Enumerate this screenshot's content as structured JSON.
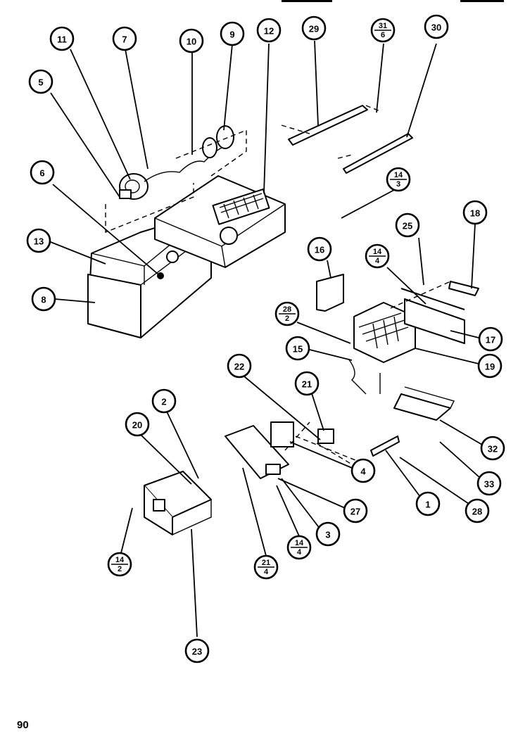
{
  "page_number": "90",
  "callouts": [
    {
      "id": "c11",
      "label": "11"
    },
    {
      "id": "c7",
      "label": "7"
    },
    {
      "id": "c10",
      "label": "10"
    },
    {
      "id": "c9",
      "label": "9"
    },
    {
      "id": "c12",
      "label": "12"
    },
    {
      "id": "c29",
      "label": "29"
    },
    {
      "id": "c31_6",
      "num": "31",
      "den": "6"
    },
    {
      "id": "c30",
      "label": "30"
    },
    {
      "id": "c5",
      "label": "5"
    },
    {
      "id": "c6",
      "label": "6"
    },
    {
      "id": "c14_3",
      "num": "14",
      "den": "3"
    },
    {
      "id": "c13",
      "label": "13"
    },
    {
      "id": "c8",
      "label": "8"
    },
    {
      "id": "c16",
      "label": "16"
    },
    {
      "id": "c25",
      "label": "25"
    },
    {
      "id": "c18",
      "label": "18"
    },
    {
      "id": "c14_4a",
      "num": "14",
      "den": "4"
    },
    {
      "id": "c28_2",
      "num": "28",
      "den": "2"
    },
    {
      "id": "c17",
      "label": "17"
    },
    {
      "id": "c15",
      "label": "15"
    },
    {
      "id": "c19",
      "label": "19"
    },
    {
      "id": "c22",
      "label": "22"
    },
    {
      "id": "c21",
      "label": "21"
    },
    {
      "id": "c2",
      "label": "2"
    },
    {
      "id": "c20",
      "label": "20"
    },
    {
      "id": "c4",
      "label": "4"
    },
    {
      "id": "c32",
      "label": "32"
    },
    {
      "id": "c33",
      "label": "33"
    },
    {
      "id": "c27",
      "label": "27"
    },
    {
      "id": "c1",
      "label": "1"
    },
    {
      "id": "c28",
      "label": "28"
    },
    {
      "id": "c3",
      "label": "3"
    },
    {
      "id": "c14_4b",
      "num": "14",
      "den": "4"
    },
    {
      "id": "c14_2",
      "num": "14",
      "den": "2"
    },
    {
      "id": "c21_4",
      "num": "21",
      "den": "4"
    },
    {
      "id": "c23",
      "label": "23"
    }
  ]
}
